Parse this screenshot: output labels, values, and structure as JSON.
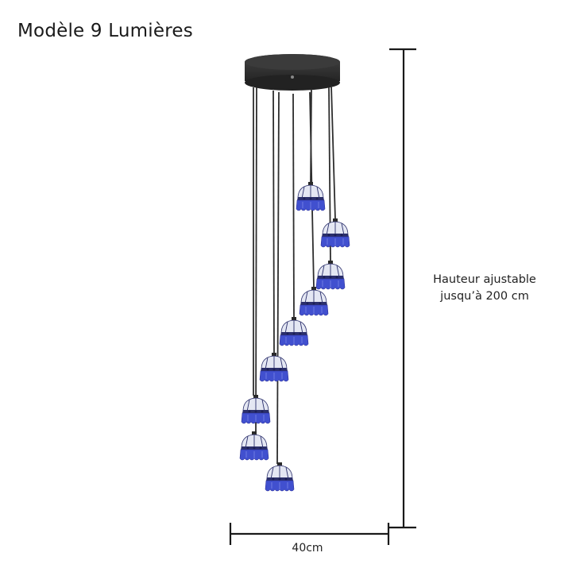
{
  "title": "Modèle 9 Lumières",
  "dimensions": {
    "height_line1": "Hauteur ajustable",
    "height_line2": "jusqu’à 200 cm",
    "width": "40cm"
  },
  "colors": {
    "canopy": "#2b2b2b",
    "cord": "#2e2e2e",
    "shade_blue": "#3f49c8",
    "shade_light": "#dfe3f2",
    "dimension_line": "#1a1a1a"
  }
}
